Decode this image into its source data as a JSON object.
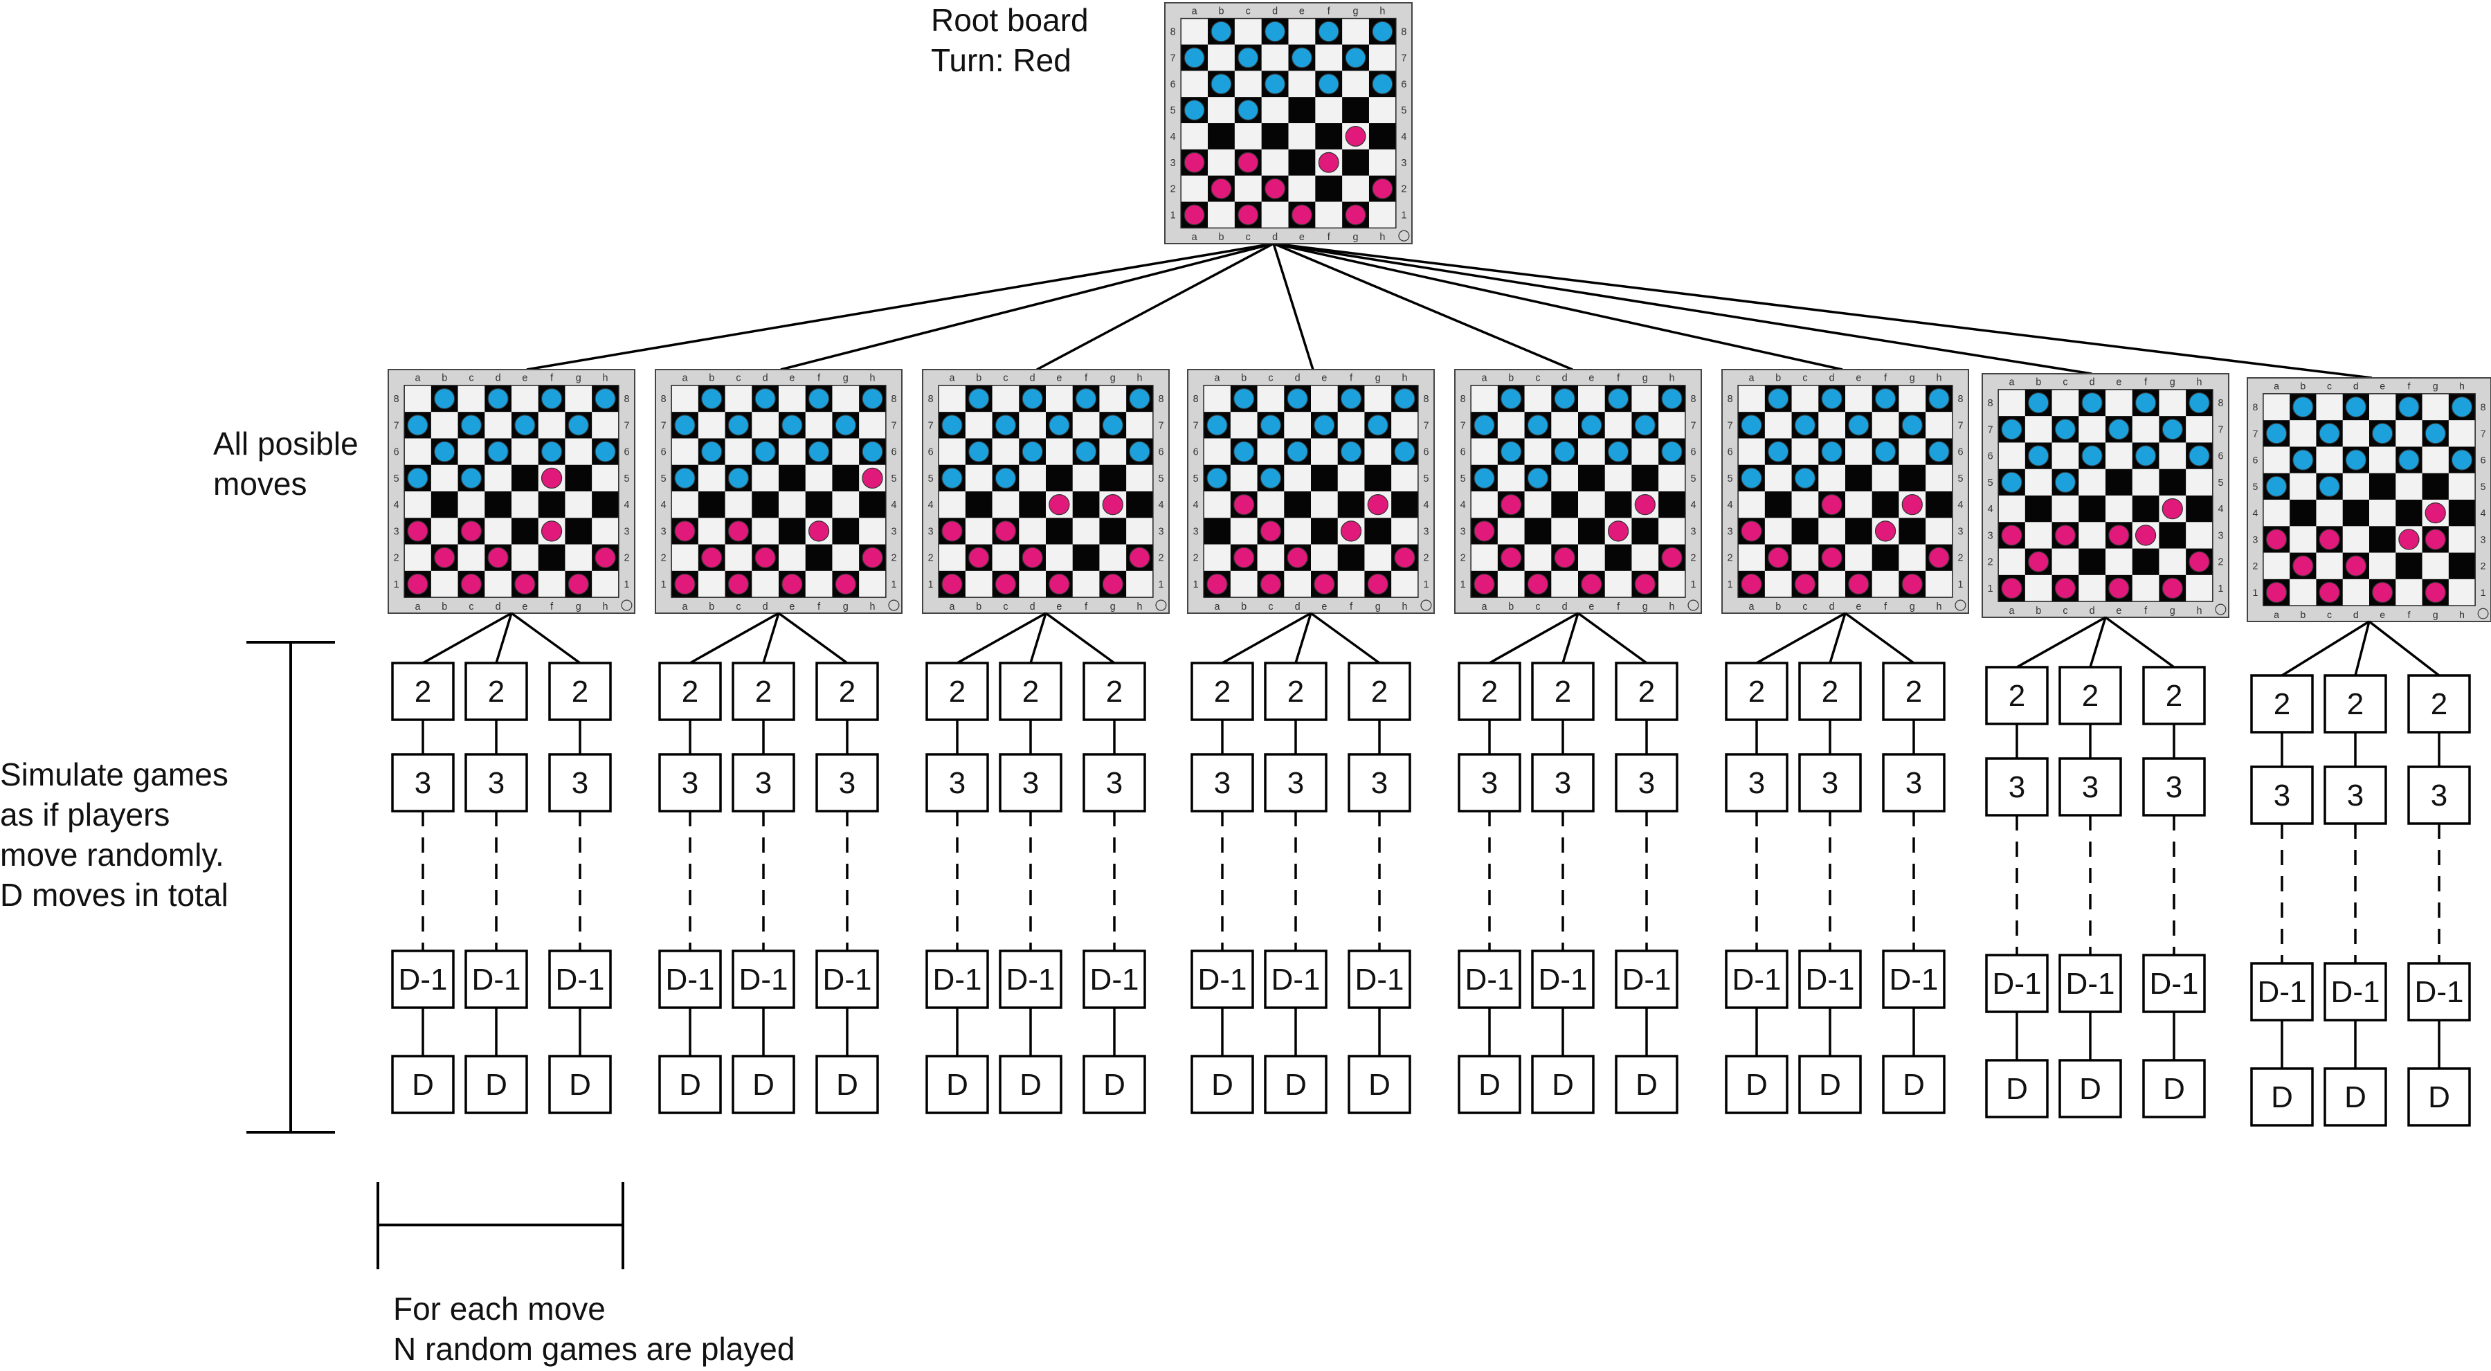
{
  "labels": {
    "root": [
      "Root board",
      "Turn: Red"
    ],
    "moves": [
      "All posible",
      "moves"
    ],
    "simulate": [
      "Simulate games",
      "as if players",
      "move randomly.",
      "D moves in total"
    ],
    "per_move": [
      "For each move",
      "N random games are played"
    ]
  },
  "board": {
    "files": [
      "a",
      "b",
      "c",
      "d",
      "e",
      "f",
      "g",
      "h"
    ],
    "ranks": [
      "8",
      "7",
      "6",
      "5",
      "4",
      "3",
      "2",
      "1"
    ]
  },
  "colors": {
    "blue_piece": "#1da1dc",
    "red_piece": "#e0197a",
    "dark_square": "#050505",
    "light_square": "#f2f2f2",
    "board_frame": "#d4d4d4",
    "line": "#000000"
  },
  "root_position": {
    "turn": "Red",
    "blue": [
      "b8",
      "d8",
      "f8",
      "h8",
      "a7",
      "c7",
      "e7",
      "g7",
      "b6",
      "d6",
      "f6",
      "h6",
      "a5",
      "c5"
    ],
    "red": [
      "g4",
      "f3",
      "a3",
      "c3",
      "b2",
      "d2",
      "h2",
      "a1",
      "c1",
      "e1",
      "g1"
    ]
  },
  "moves_count": 8,
  "simulations_per_move": 3,
  "chain_labels": [
    "2",
    "3",
    "D-1",
    "D"
  ]
}
